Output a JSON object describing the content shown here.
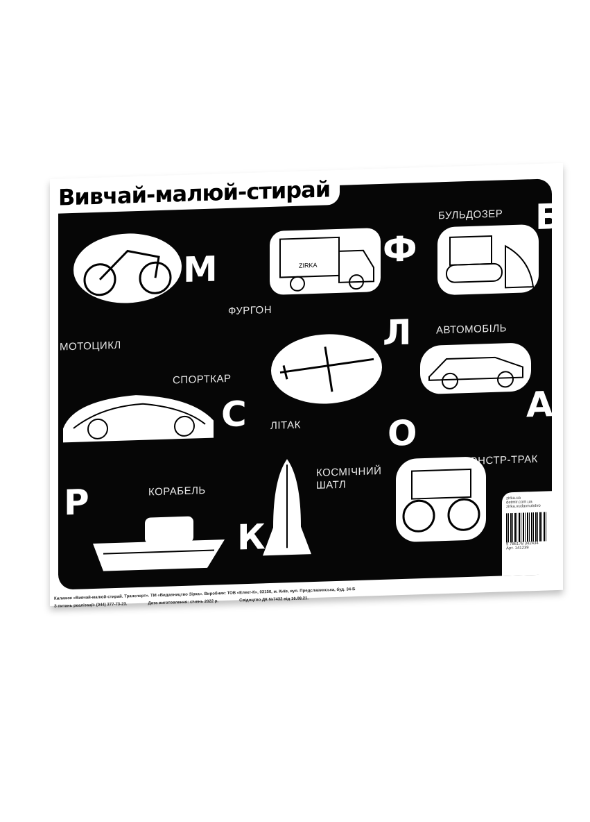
{
  "title": "Вивчай-малюй-стирай",
  "letters": [
    "М",
    "Ф",
    "Б",
    "Л",
    "С",
    "А",
    "О",
    "Р",
    "К"
  ],
  "labels": {
    "motorcycle": "МОТОЦИКЛ",
    "van": "ФУРГОН",
    "bulldozer": "БУЛЬДОЗЕР",
    "car": "АВТОМОБІЛЬ",
    "sportscar": "СПОРТКАР",
    "plane": "ЛІТАК",
    "ship": "КОРАБЕЛЬ",
    "shuttle": "КОСМІЧНИЙ ШАТЛ",
    "monster_truck": "МОНСТР-ТРАК"
  },
  "van_logo": "ZIRKA",
  "info": {
    "site1": "zirka.ua",
    "site2": "detmir.com.ua",
    "social": "zirka.vudavnutstvo",
    "article": "Арт. 141239",
    "barcode": "9 786178 342434"
  },
  "footer": {
    "line1a": "Килимок «Вивчай-малюй-стирай. Транспорт». ТМ «Видавництво Зірка». Виробник: ТОВ «Елект-К», 03150, м. Київ, вул. Предславинська, буд. 34-Б",
    "line1b": "Свідоцтво ДК №7432 від 16.08.21.",
    "line2a": "З питань реалізації: (044) 377-73-23.",
    "line2b": "Дата виготовлення: січень 2022 р."
  }
}
